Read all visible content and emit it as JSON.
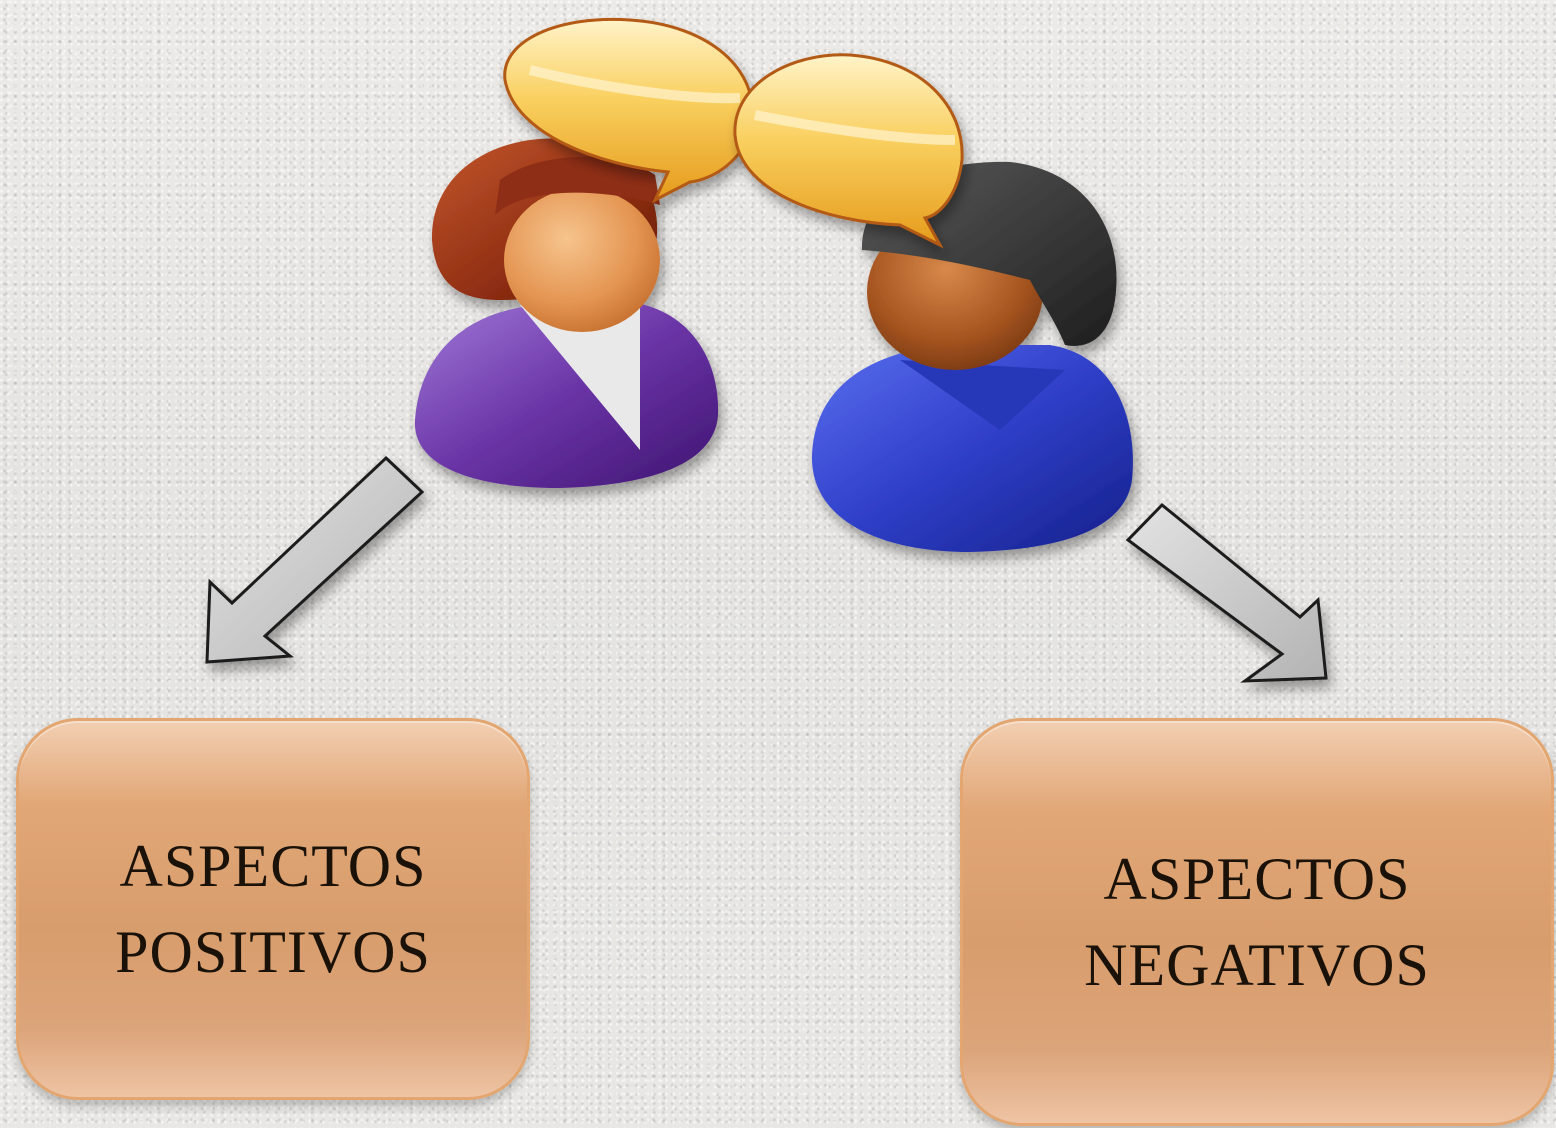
{
  "boxes": {
    "positive": {
      "line1": "ASPECTOS",
      "line2": "POSITIVOS"
    },
    "negative": {
      "line1": "ASPECTOS",
      "line2": "NEGATIVOS"
    }
  },
  "illustration": {
    "icon": "two-people-conversation-icon",
    "colors": {
      "bubble": "#f7c24a",
      "woman_shirt": "#6a34a6",
      "man_shirt": "#2f3fc8",
      "arrow_fill": "#c8c8c8",
      "box_fill": "#d89d6c"
    }
  }
}
